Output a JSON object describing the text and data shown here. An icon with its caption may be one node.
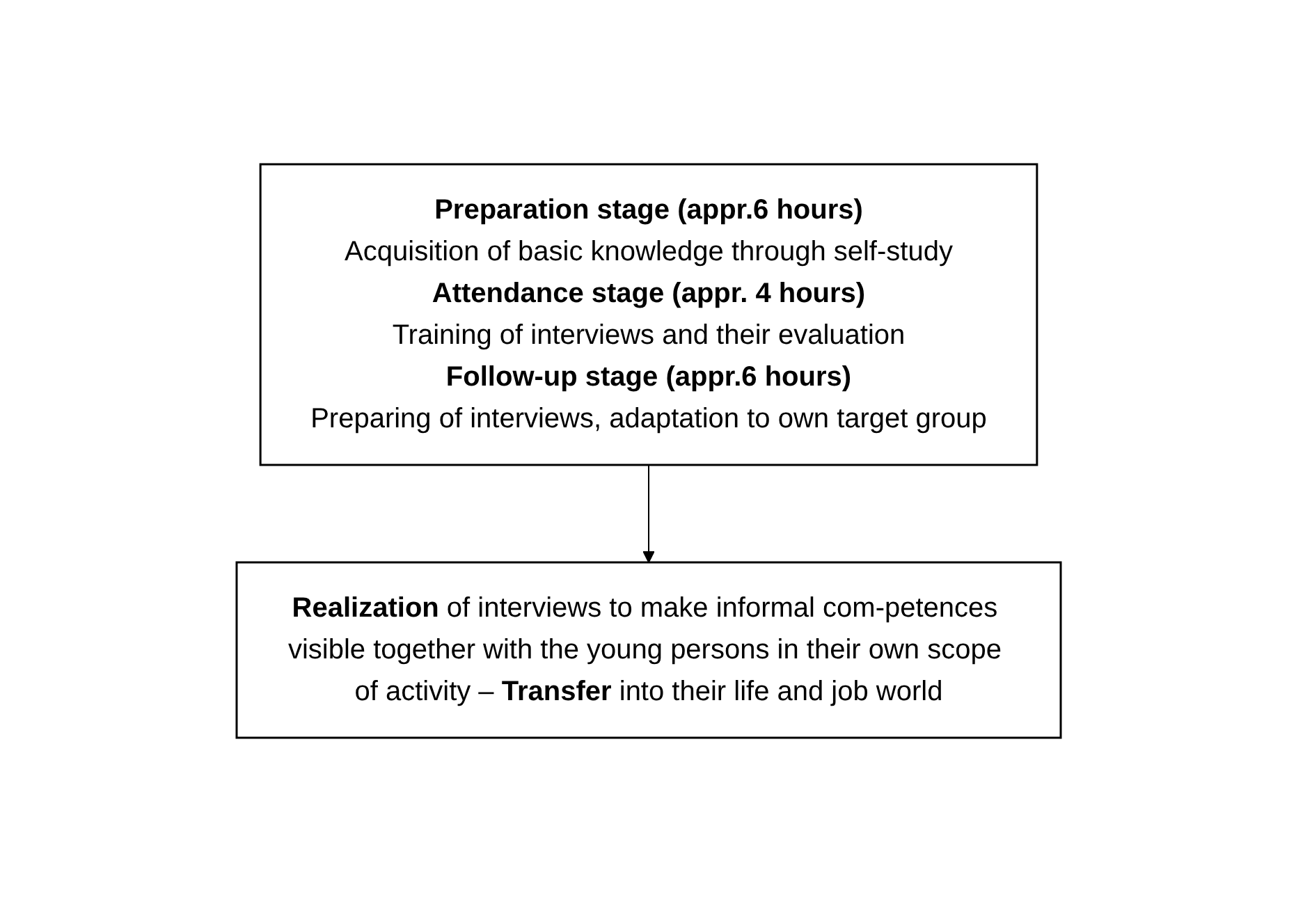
{
  "diagram": {
    "nodes": [
      {
        "text": [
          "Preparation stage (appr.6 hours)",
          "Acquisition of basic knowledge through self-study",
          "Attendance stage (appr. 4 hours)",
          "Training of interviews and their evaluation",
          "Follow-up stage (appr.6 hours)",
          "Preparing of interviews, adaptation to own target group"
        ]
      },
      {
        "text": [
          "**Realization** of interviews to make informal com-petences visible together with the young persons in their own scope of activity – **Transfer** into their life and job world"
        ]
      }
    ],
    "edges": [
      {
        "from": 0,
        "to": 1,
        "arrow": "to"
      }
    ]
  }
}
